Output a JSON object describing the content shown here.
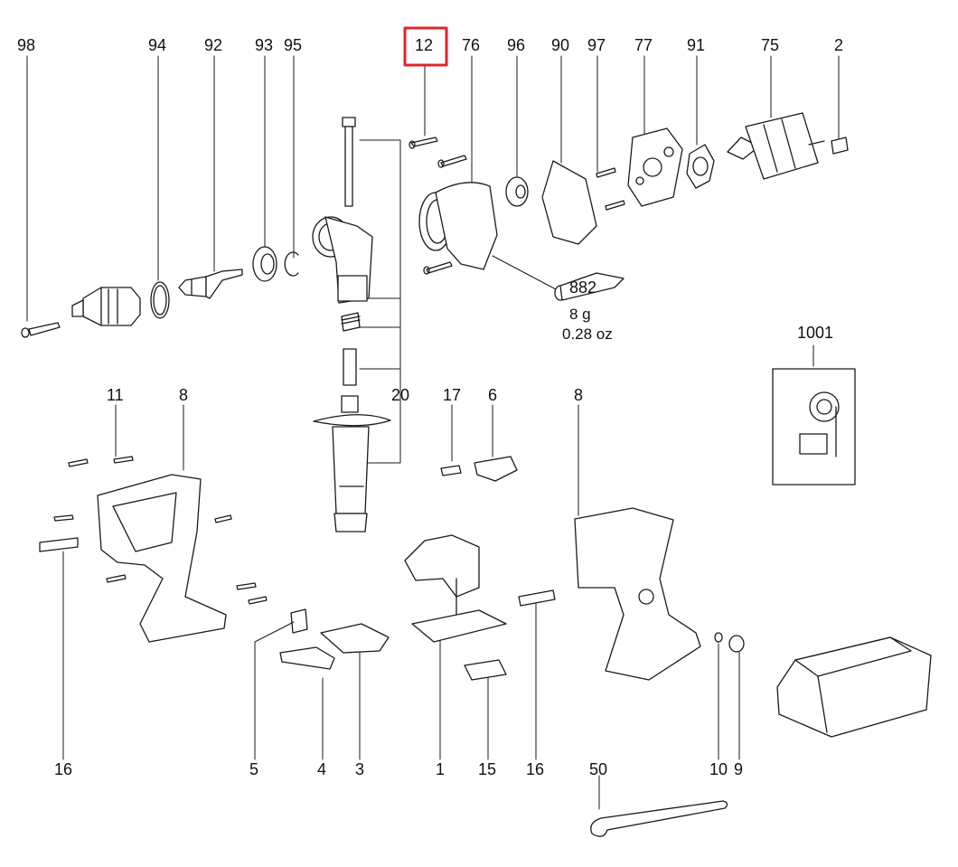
{
  "highlight_color": "#e0262b",
  "labels": {
    "p98": "98",
    "p94": "94",
    "p92": "92",
    "p93": "93",
    "p95": "95",
    "p12": "12",
    "p76": "76",
    "p96": "96",
    "p90": "90",
    "p97": "97",
    "p77": "77",
    "p91": "91",
    "p75": "75",
    "p2": "2",
    "p882": "882",
    "grease_weight_g": "8 g",
    "grease_weight_oz": "0.28 oz",
    "p1001": "1001",
    "p11": "11",
    "p8_left": "8",
    "p20": "20",
    "p17": "17",
    "p6": "6",
    "p8_right": "8",
    "p16_left": "16",
    "p5": "5",
    "p4": "4",
    "p3": "3",
    "p1": "1",
    "p15": "15",
    "p16_mid": "16",
    "p50": "50",
    "p10": "10",
    "p9": "9"
  },
  "highlighted_part": "12",
  "icons": {
    "lubricant": "grease-tube-icon",
    "schematic": "wiring-schematic-icon"
  }
}
